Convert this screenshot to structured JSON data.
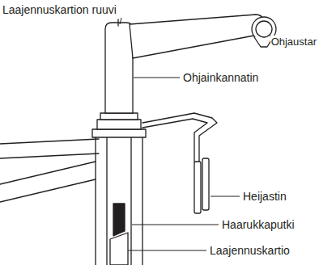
{
  "diagram": {
    "labels": [
      "Laajennuskartion ruuvi",
      "Ohjaustar",
      "Ohjainkannatin",
      "Heijastin",
      "Haarukkaputki",
      "Laajennuskartio"
    ]
  }
}
